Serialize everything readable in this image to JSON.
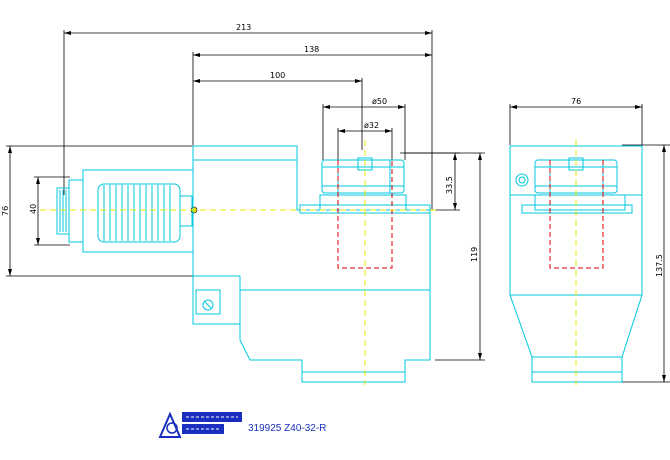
{
  "dimensions": {
    "d213": "213",
    "d138": "138",
    "d100": "100",
    "d50": "ø50",
    "d32": "ø32",
    "d33_5": "33.5",
    "d119": "119",
    "d76_left": "76",
    "d40": "40",
    "d76_top": "76",
    "d137_5": "137.5"
  },
  "caption": {
    "part_number": "319925 Z40-32-R"
  },
  "colors": {
    "outline": "#00c8e0",
    "centerline": "#e8e800",
    "hidden_line": "#e00000",
    "dimension": "#000000",
    "logo": "#1a2fbf"
  }
}
